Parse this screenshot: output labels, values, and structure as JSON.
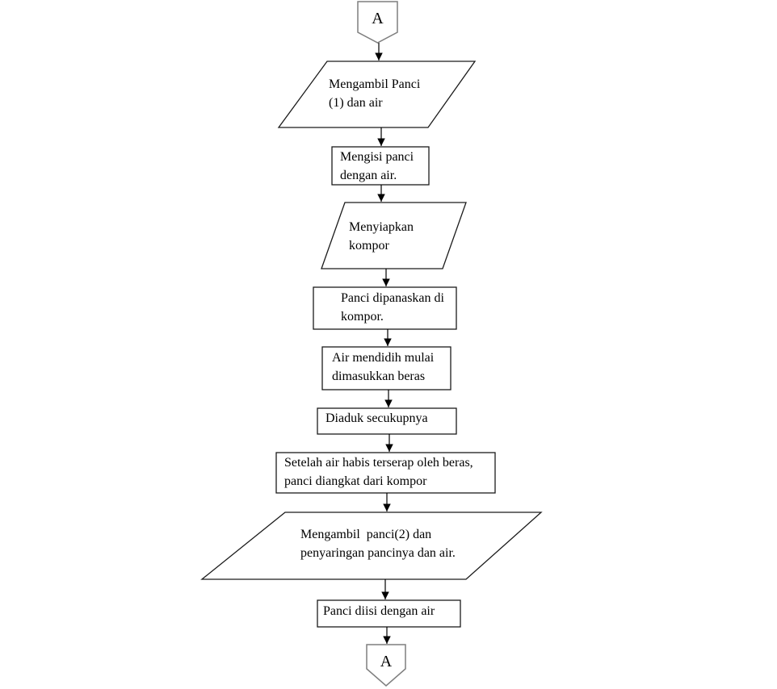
{
  "diagram": {
    "type": "flowchart",
    "language": "Indonesian",
    "colors": {
      "background": "#ffffff",
      "shape_border": "#1b1b1b",
      "connector_border": "#7f7f7f",
      "arrow": "#000000",
      "text": "#000000"
    },
    "connector_top": {
      "shape": "off-page-connector",
      "label": "A"
    },
    "connector_bottom": {
      "shape": "off-page-connector",
      "label": "A"
    },
    "nodes": [
      {
        "id": "io-1",
        "shape": "parallelogram",
        "lines": [
          "Mengambil Panci",
          "(1) dan air"
        ]
      },
      {
        "id": "proc-1",
        "shape": "rectangle",
        "lines": [
          "Mengisi panci",
          "dengan air."
        ]
      },
      {
        "id": "io-2",
        "shape": "parallelogram",
        "lines": [
          "Menyiapkan",
          "kompor"
        ]
      },
      {
        "id": "proc-2",
        "shape": "rectangle",
        "lines": [
          "Panci dipanaskan di",
          "kompor."
        ]
      },
      {
        "id": "proc-3",
        "shape": "rectangle",
        "lines": [
          "Air mendidih mulai",
          "dimasukkan beras"
        ]
      },
      {
        "id": "proc-4",
        "shape": "rectangle",
        "lines": [
          "Diaduk secukupnya"
        ]
      },
      {
        "id": "proc-5",
        "shape": "rectangle",
        "lines": [
          "Setelah air habis terserap oleh beras,",
          "panci diangkat dari kompor"
        ]
      },
      {
        "id": "io-3",
        "shape": "parallelogram",
        "lines": [
          "Mengambil  panci(2) dan",
          "penyaringan pancinya dan air."
        ]
      },
      {
        "id": "proc-6",
        "shape": "rectangle",
        "lines": [
          "Panci diisi dengan air"
        ]
      }
    ],
    "flow": "top connector A -> io-1 -> proc-1 -> io-2 -> proc-2 -> proc-3 -> proc-4 -> proc-5 -> io-3 -> proc-6 -> bottom connector A"
  }
}
